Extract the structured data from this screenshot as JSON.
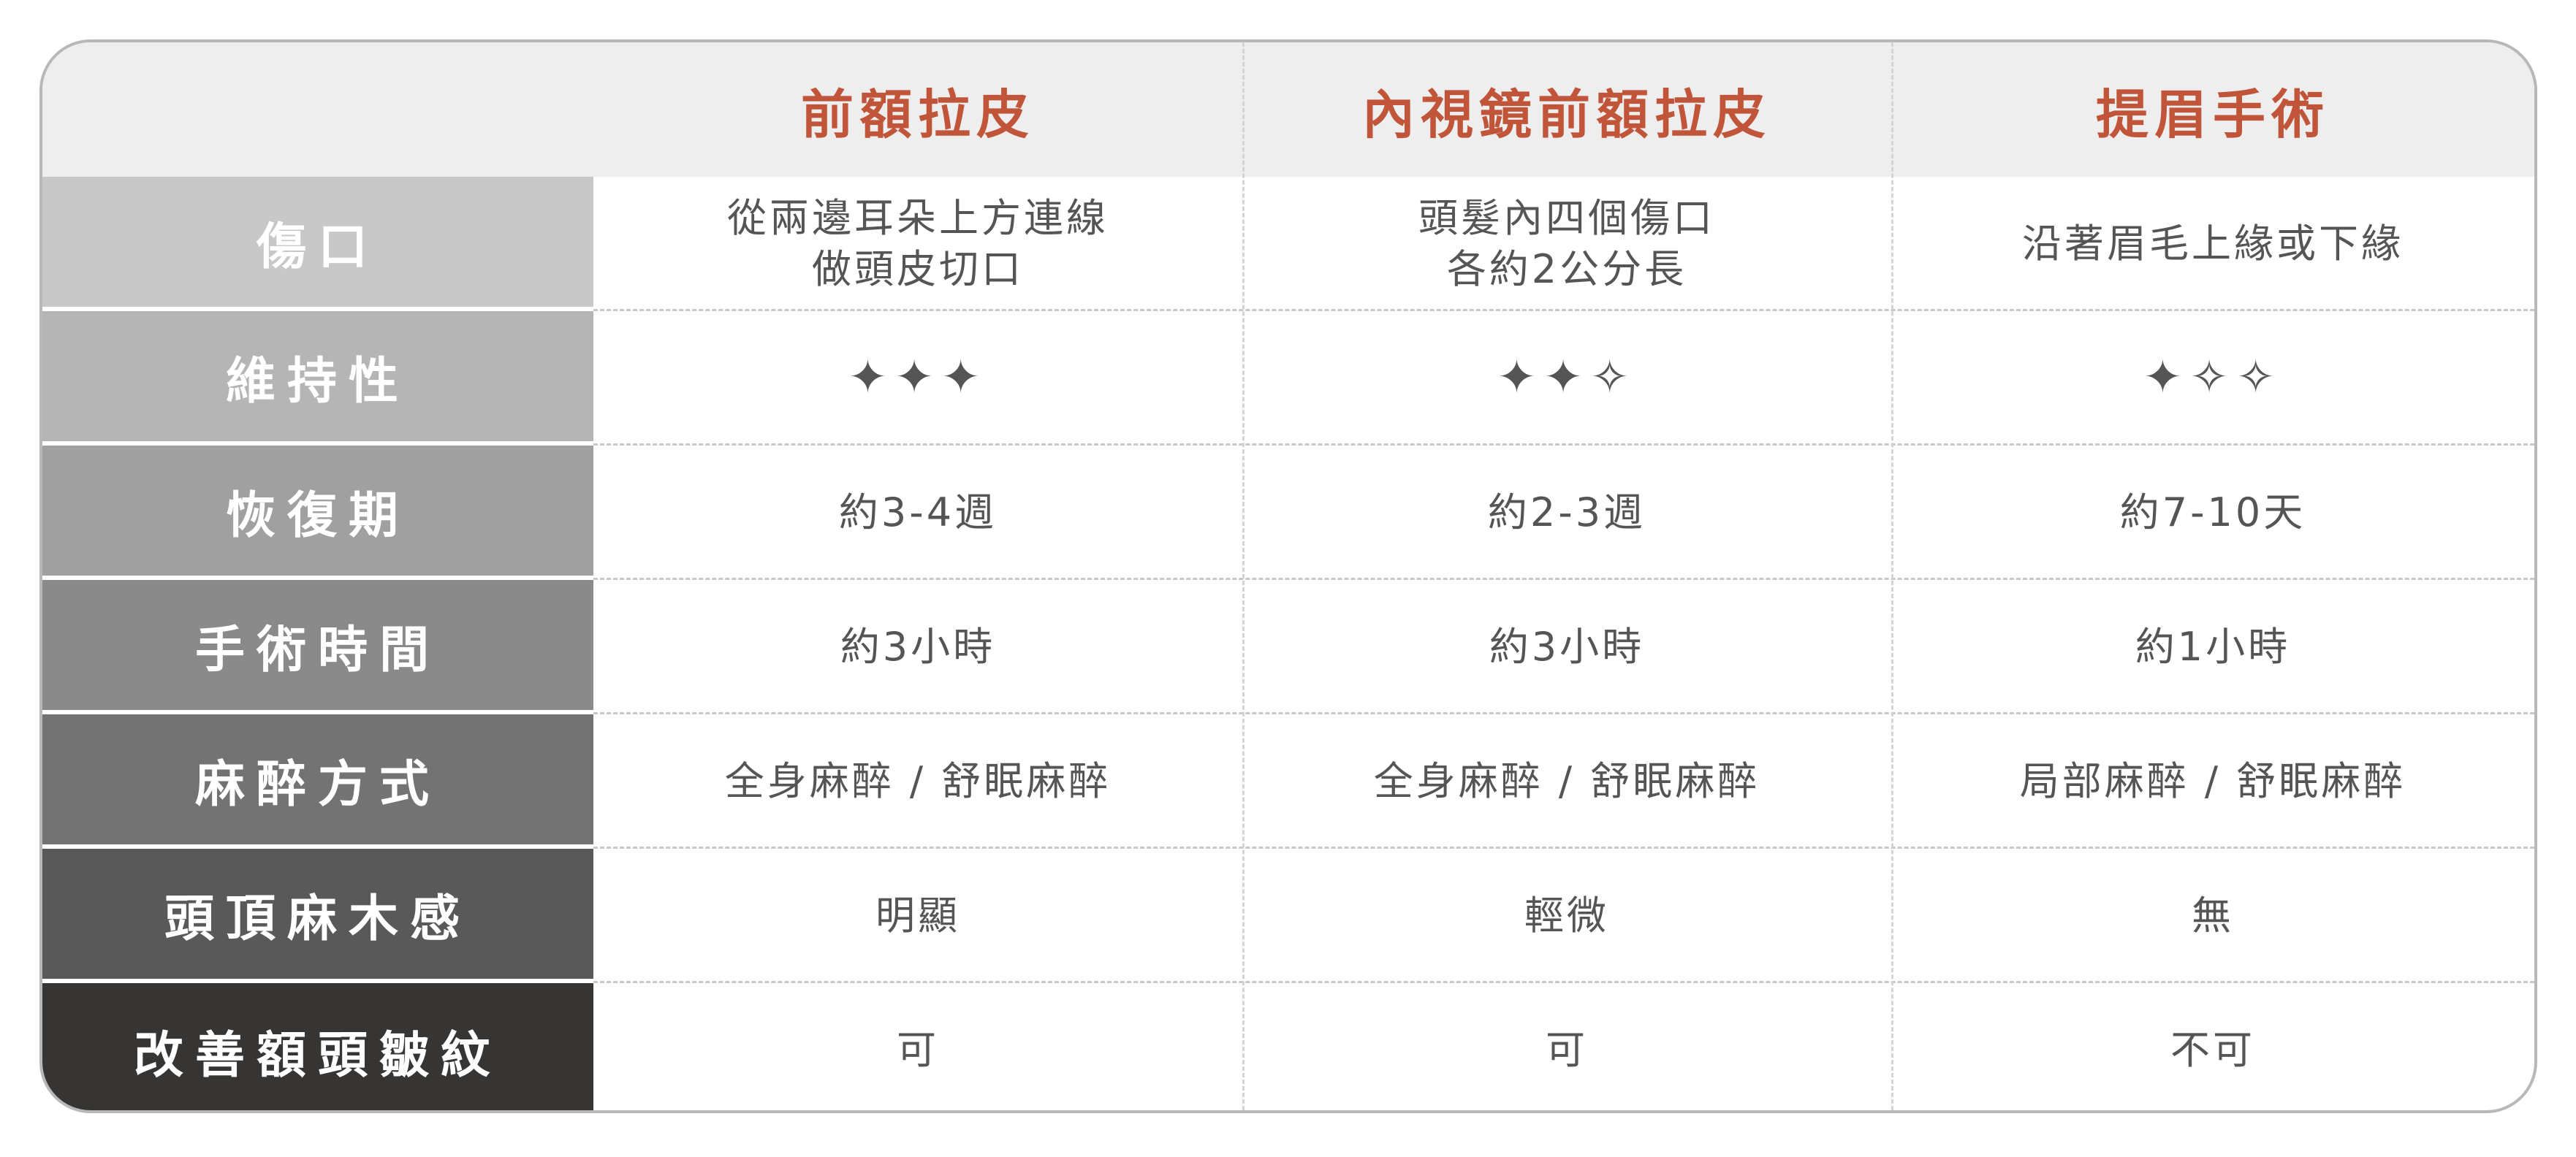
{
  "columns": [
    "前額拉皮",
    "內視鏡前額拉皮",
    "提眉手術"
  ],
  "colors": {
    "header_text": "#c0553a",
    "header_bg": "#eeeeee",
    "cell_text": "#555555"
  },
  "rows": [
    {
      "label": "傷口",
      "color": "#c8c8c8",
      "values": [
        "從兩邊耳朵上方連線\n做頭皮切口",
        "頭髮內四個傷口\n各約2公分長",
        "沿著眉毛上緣或下緣"
      ]
    },
    {
      "label": "維持性",
      "color": "#b5b5b5",
      "values": [
        "✦✦✦",
        "✦✦✧",
        "✦✧✧"
      ],
      "ratings": [
        3,
        2,
        1
      ]
    },
    {
      "label": "恢復期",
      "color": "#a0a0a0",
      "values": [
        "約3-4週",
        "約2-3週",
        "約7-10天"
      ]
    },
    {
      "label": "手術時間",
      "color": "#8a8a8a",
      "values": [
        "約3小時",
        "約3小時",
        "約1小時"
      ]
    },
    {
      "label": "麻醉方式",
      "color": "#737373",
      "values": [
        "全身麻醉 / 舒眠麻醉",
        "全身麻醉 / 舒眠麻醉",
        "局部麻醉 / 舒眠麻醉"
      ]
    },
    {
      "label": "頭頂麻木感",
      "color": "#5a595a",
      "values": [
        "明顯",
        "輕微",
        "無"
      ]
    },
    {
      "label": "改善額頭皺紋",
      "color": "#363534",
      "values": [
        "可",
        "可",
        "不可"
      ]
    }
  ]
}
